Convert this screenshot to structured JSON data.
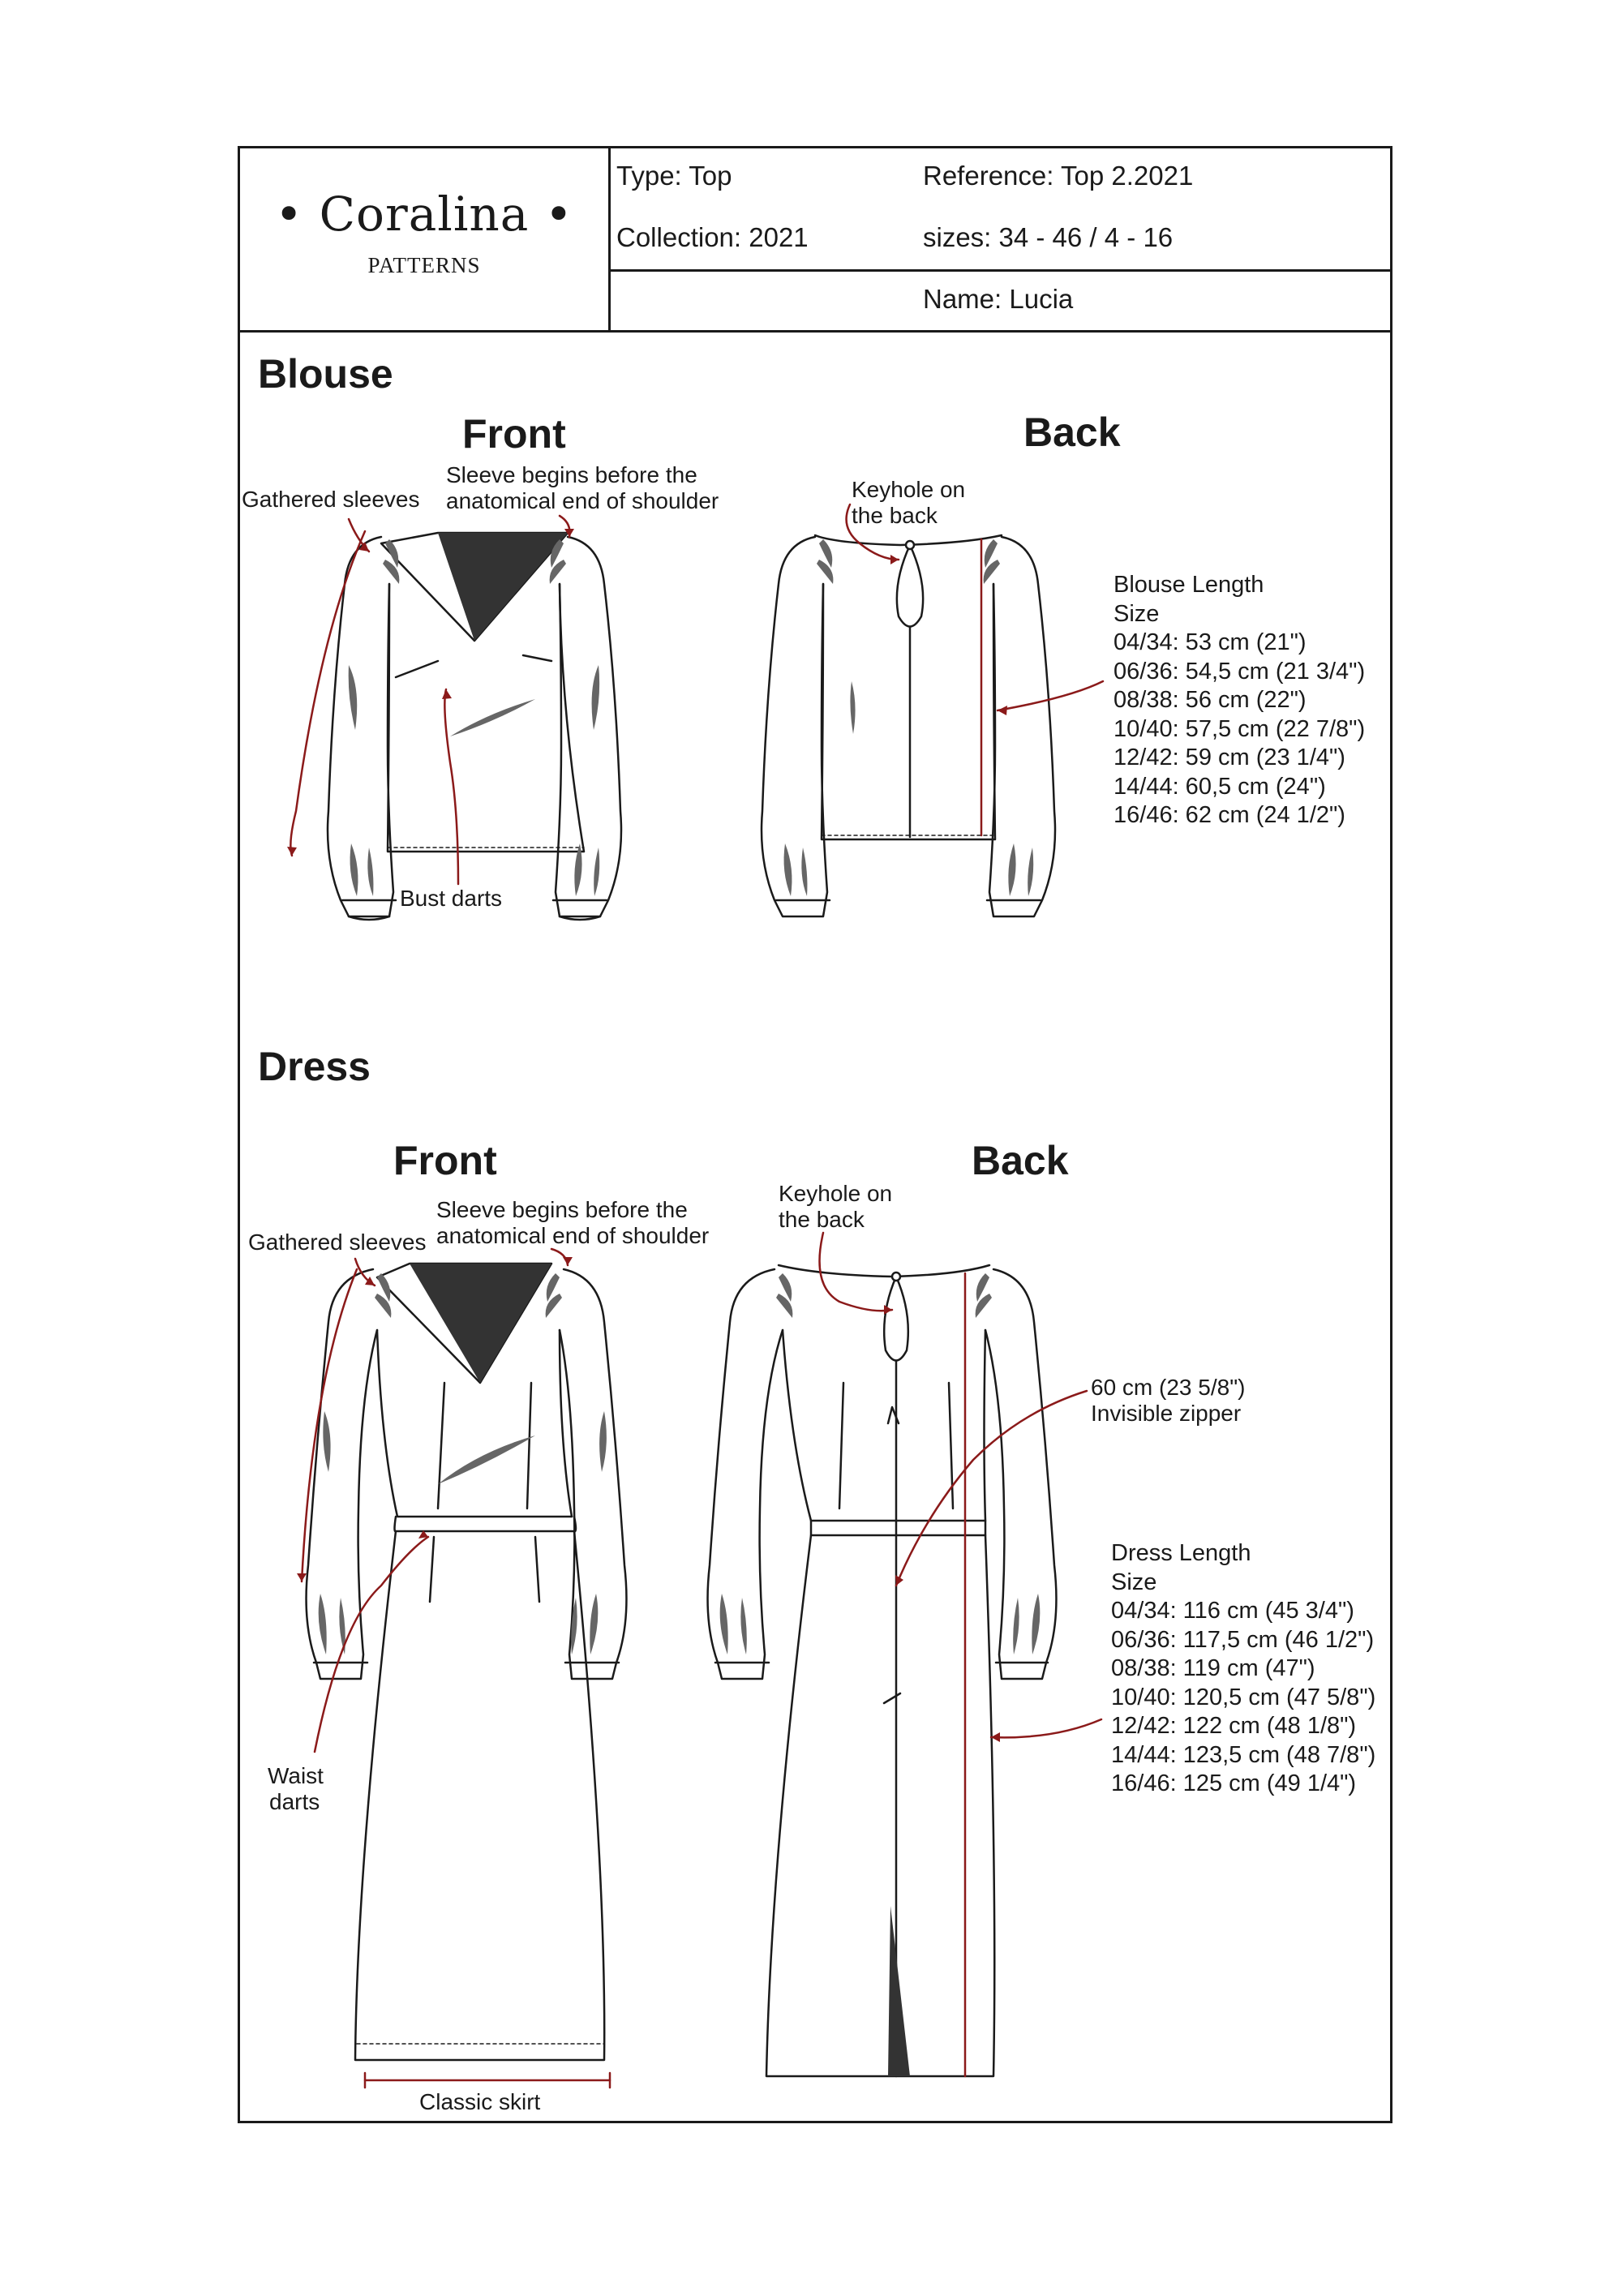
{
  "header": {
    "brand": "• Coralina •",
    "brand_sub": "PATTERNS",
    "type": "Type: Top",
    "reference": "Reference: Top 2.2021",
    "collection": "Collection: 2021",
    "sizes": "sizes: 34 - 46 / 4 - 16",
    "name": "Name: Lucia"
  },
  "blouse": {
    "title": "Blouse",
    "front_title": "Front",
    "back_title": "Back",
    "gathered": "Gathered sleeves",
    "sleeve_note": [
      "Sleeve begins before the",
      "anatomical end of shoulder"
    ],
    "keyhole": [
      "Keyhole on",
      "the back"
    ],
    "bust_darts": "Bust darts",
    "length_title": "Blouse Length",
    "size_label": "Size",
    "sizes": [
      "04/34: 53 cm (21\")",
      "06/36: 54,5 cm (21 3/4\")",
      "08/38: 56 cm (22\")",
      "10/40: 57,5 cm (22 7/8\")",
      "12/42: 59 cm (23 1/4\")",
      "14/44: 60,5 cm (24\")",
      "16/46: 62 cm (24 1/2\")"
    ]
  },
  "dress": {
    "title": "Dress",
    "front_title": "Front",
    "back_title": "Back",
    "gathered": "Gathered sleeves",
    "sleeve_note": [
      "Sleeve begins before the",
      "anatomical end of shoulder"
    ],
    "keyhole": [
      "Keyhole on",
      "the back"
    ],
    "zipper": [
      "60 cm (23 5/8\")",
      "Invisible zipper"
    ],
    "waist_darts": [
      "Waist",
      "darts"
    ],
    "classic_skirt": "Classic skirt",
    "length_title": "Dress Length",
    "size_label": "Size",
    "sizes": [
      "04/34: 116 cm (45 3/4\")",
      "06/36: 117,5 cm (46 1/2\")",
      "08/38: 119 cm (47\")",
      "10/40: 120,5 cm (47 5/8\")",
      "12/42: 122 cm (48 1/8\")",
      "14/44: 123,5 cm (48 7/8\")",
      "16/46: 125 cm (49 1/4\")"
    ]
  },
  "colors": {
    "ink": "#1a1a1a",
    "accent": "#8b1a1a",
    "fill": "#333333"
  }
}
